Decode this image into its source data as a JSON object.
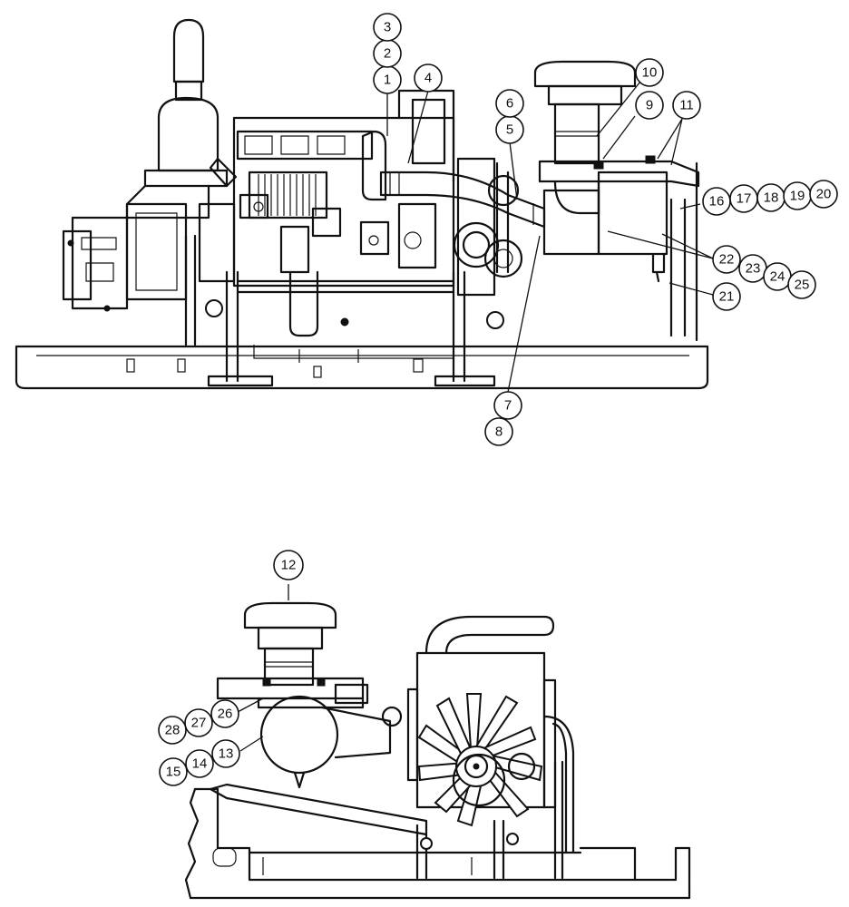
{
  "figure": {
    "callouts_top": [
      "1",
      "2",
      "3",
      "4",
      "5",
      "6",
      "7",
      "8",
      "9",
      "10",
      "11",
      "16",
      "17",
      "18",
      "19",
      "20",
      "21",
      "22",
      "23",
      "24",
      "25"
    ],
    "callouts_bottom": [
      "12",
      "13",
      "14",
      "15",
      "26",
      "27",
      "28"
    ]
  }
}
